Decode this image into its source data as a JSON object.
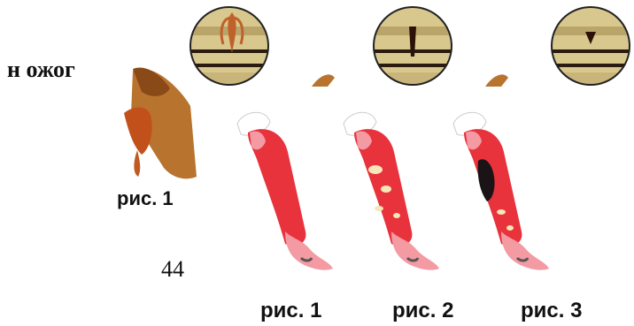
{
  "document": {
    "title_fragment": "н ожог",
    "page_number": "44"
  },
  "back_figure": {
    "caption": "рис. 1",
    "description_icons": [
      "hand-bleeding-icon",
      "wound-cross-section-icon"
    ]
  },
  "front_figure": {
    "captions": [
      "рис. 1",
      "рис. 2",
      "рис. 3"
    ],
    "icons": [
      "burned-arm-first-degree-icon",
      "burned-arm-second-degree-icon",
      "burned-arm-third-degree-icon"
    ]
  },
  "colors": {
    "skin_red": "#e8323c",
    "skin_pink": "#f39aa3",
    "blister": "#f6e6b8",
    "char": "#1a1416",
    "wood_light": "#d9c58a",
    "wood_dark": "#2a1a10",
    "blood": "#b83a10"
  }
}
